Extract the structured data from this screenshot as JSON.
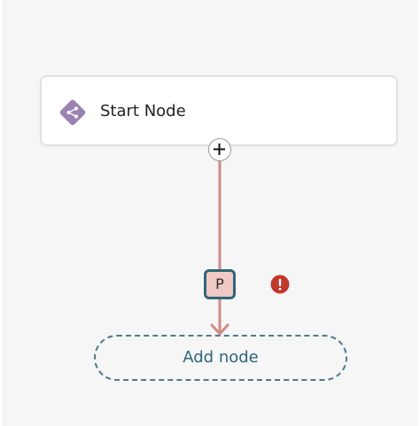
{
  "start_node": {
    "label": "Start Node",
    "icon": "share-diamond-icon"
  },
  "connector": {
    "add_button_icon": "plus-icon",
    "badge_label": "P",
    "error_icon": "exclamation-icon",
    "error_glyph": "!"
  },
  "add_node": {
    "label": "Add node"
  },
  "colors": {
    "canvas": "#f6f6f6",
    "node_border": "#e1e1e1",
    "icon_purple": "#9b82b4",
    "connector_line": "#d08a84",
    "badge_fill": "#f0c9c5",
    "badge_border": "#2f6679",
    "error_red": "#c0392b",
    "add_node_border": "#4d7a8a",
    "add_node_text": "#2f6679"
  }
}
